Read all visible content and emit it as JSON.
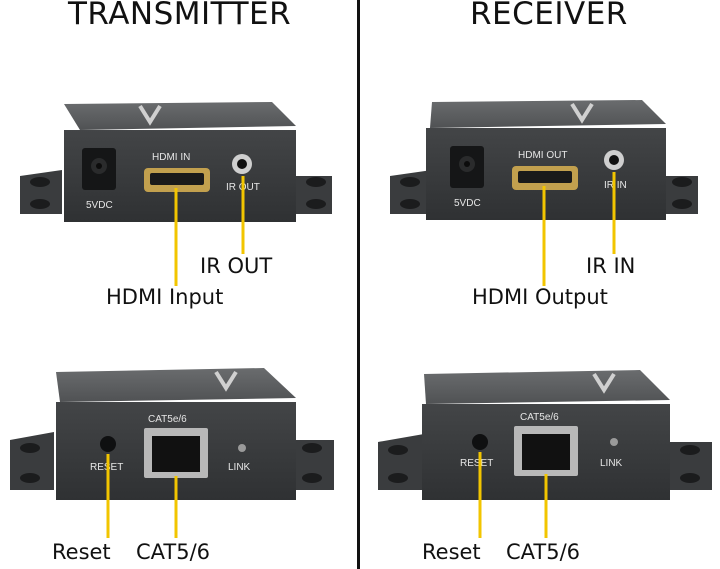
{
  "headings": {
    "transmitter": "TRANSMITTER",
    "receiver": "RECEIVER"
  },
  "transmitter": {
    "top_unit": {
      "power_label": "5VDC",
      "hdmi_label": "HDMI IN",
      "ir_label": "IR OUT"
    },
    "bottom_unit": {
      "reset_label": "RESET",
      "cat_label": "CAT5e/6",
      "link_label": "LINK"
    },
    "callouts": {
      "ir": "IR OUT",
      "hdmi": "HDMI Input",
      "reset": "Reset",
      "cat": "CAT5/6"
    }
  },
  "receiver": {
    "top_unit": {
      "power_label": "5VDC",
      "hdmi_label": "HDMI OUT",
      "ir_label": "IR IN"
    },
    "bottom_unit": {
      "reset_label": "RESET",
      "cat_label": "CAT5e/6",
      "link_label": "LINK"
    },
    "callouts": {
      "ir": "IR IN",
      "hdmi": "HDMI Output",
      "reset": "Reset",
      "cat": "CAT5/6"
    }
  },
  "colors": {
    "device_body": "#4a4c4e",
    "device_face": "#3b3d3f",
    "leader_line": "#f2c500",
    "text": "#111111"
  }
}
